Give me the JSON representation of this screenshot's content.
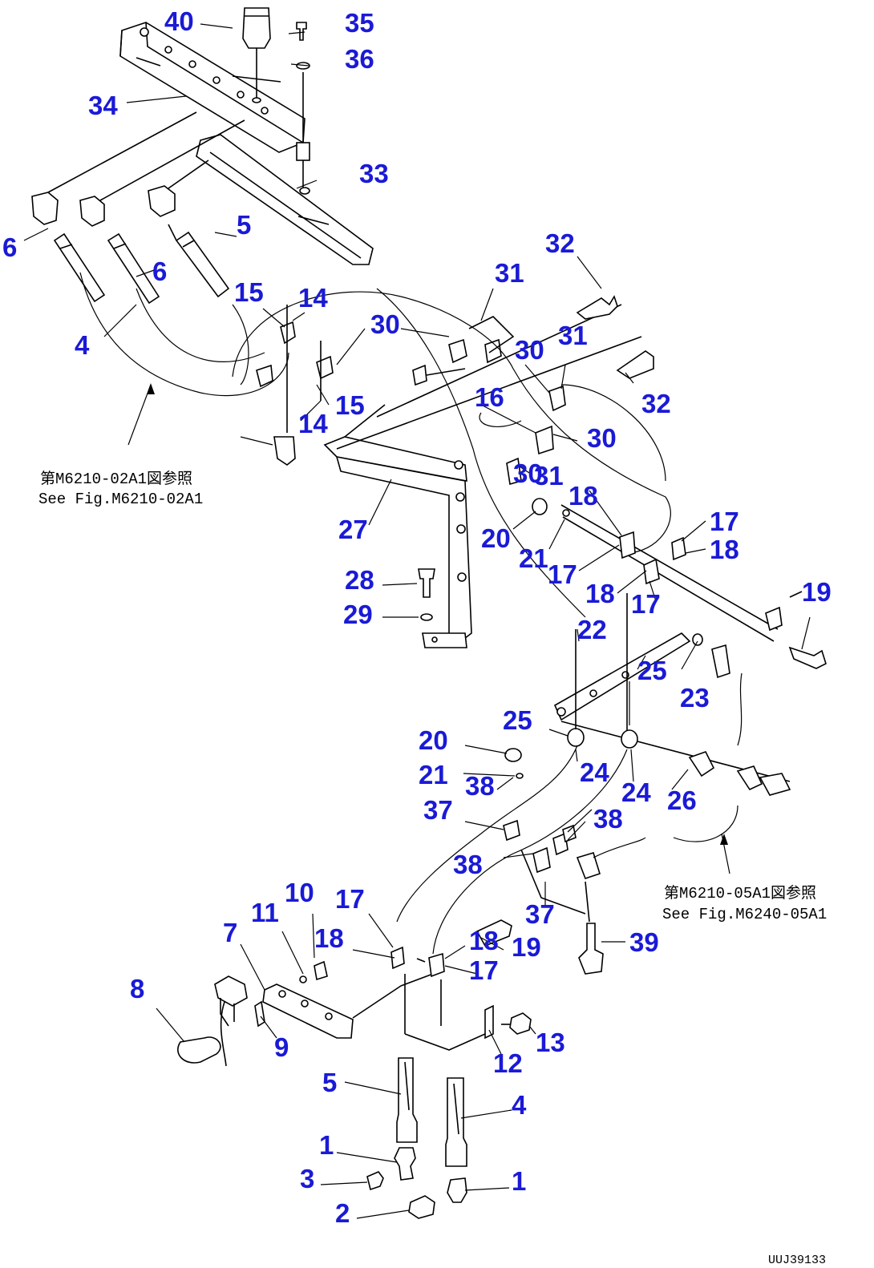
{
  "diagram": {
    "colors": {
      "label": "#1a1ad6",
      "line": "#000000",
      "background": "#ffffff"
    },
    "part_labels": [
      "40",
      "35",
      "36",
      "34",
      "33",
      "6",
      "6",
      "5",
      "4",
      "15",
      "14",
      "30",
      "31",
      "32",
      "30",
      "31",
      "14",
      "15",
      "16",
      "30",
      "32",
      "30",
      "31",
      "27",
      "18",
      "17",
      "20",
      "21",
      "17",
      "18",
      "18",
      "17",
      "28",
      "29",
      "19",
      "22",
      "25",
      "23",
      "25",
      "20",
      "24",
      "21",
      "38",
      "24",
      "26",
      "37",
      "38",
      "38",
      "37",
      "10",
      "17",
      "11",
      "18",
      "18",
      "19",
      "39",
      "7",
      "17",
      "8",
      "9",
      "12",
      "13",
      "5",
      "4",
      "1",
      "3",
      "1",
      "2"
    ],
    "reference_notes": [
      {
        "line1": "第M6210-02A1図参照",
        "line2": "See Fig.M6210-02A1"
      },
      {
        "line1": "第M6210-05A1図参照",
        "line2": "See Fig.M6240-05A1"
      }
    ],
    "drawing_code": "UUJ39133"
  }
}
